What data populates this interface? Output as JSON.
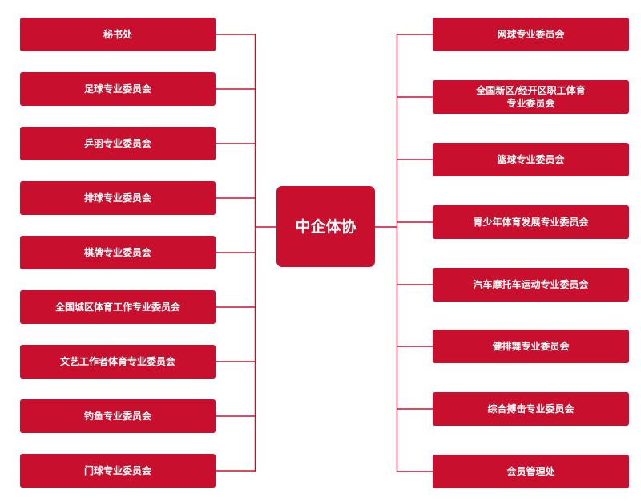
{
  "center": {
    "label": "中企体协"
  },
  "left_branches": [
    {
      "label": "秘书处"
    },
    {
      "label": "足球专业委员会"
    },
    {
      "label": "乒羽专业委员会"
    },
    {
      "label": "排球专业委员会"
    },
    {
      "label": "棋牌专业委员会"
    },
    {
      "label": "全国城区体育工作专业委员会"
    },
    {
      "label": "文艺工作者体育专业委员会"
    },
    {
      "label": "钓鱼专业委员会"
    },
    {
      "label": "门球专业委员会"
    }
  ],
  "right_branches": [
    {
      "label": "网球专业委员会"
    },
    {
      "label": "全国新区/经开区职工体育\n专业委员会"
    },
    {
      "label": "篮球专业委员会"
    },
    {
      "label": "青少年体育发展专业委员会"
    },
    {
      "label": "汽车摩托车运动专业委员会"
    },
    {
      "label": "健排舞专业委员会"
    },
    {
      "label": "综合搏击专业委员会"
    },
    {
      "label": "会员管理处"
    }
  ],
  "colors": {
    "box": "#c8102e",
    "text": "#ffffff",
    "line": "#c8102e"
  }
}
